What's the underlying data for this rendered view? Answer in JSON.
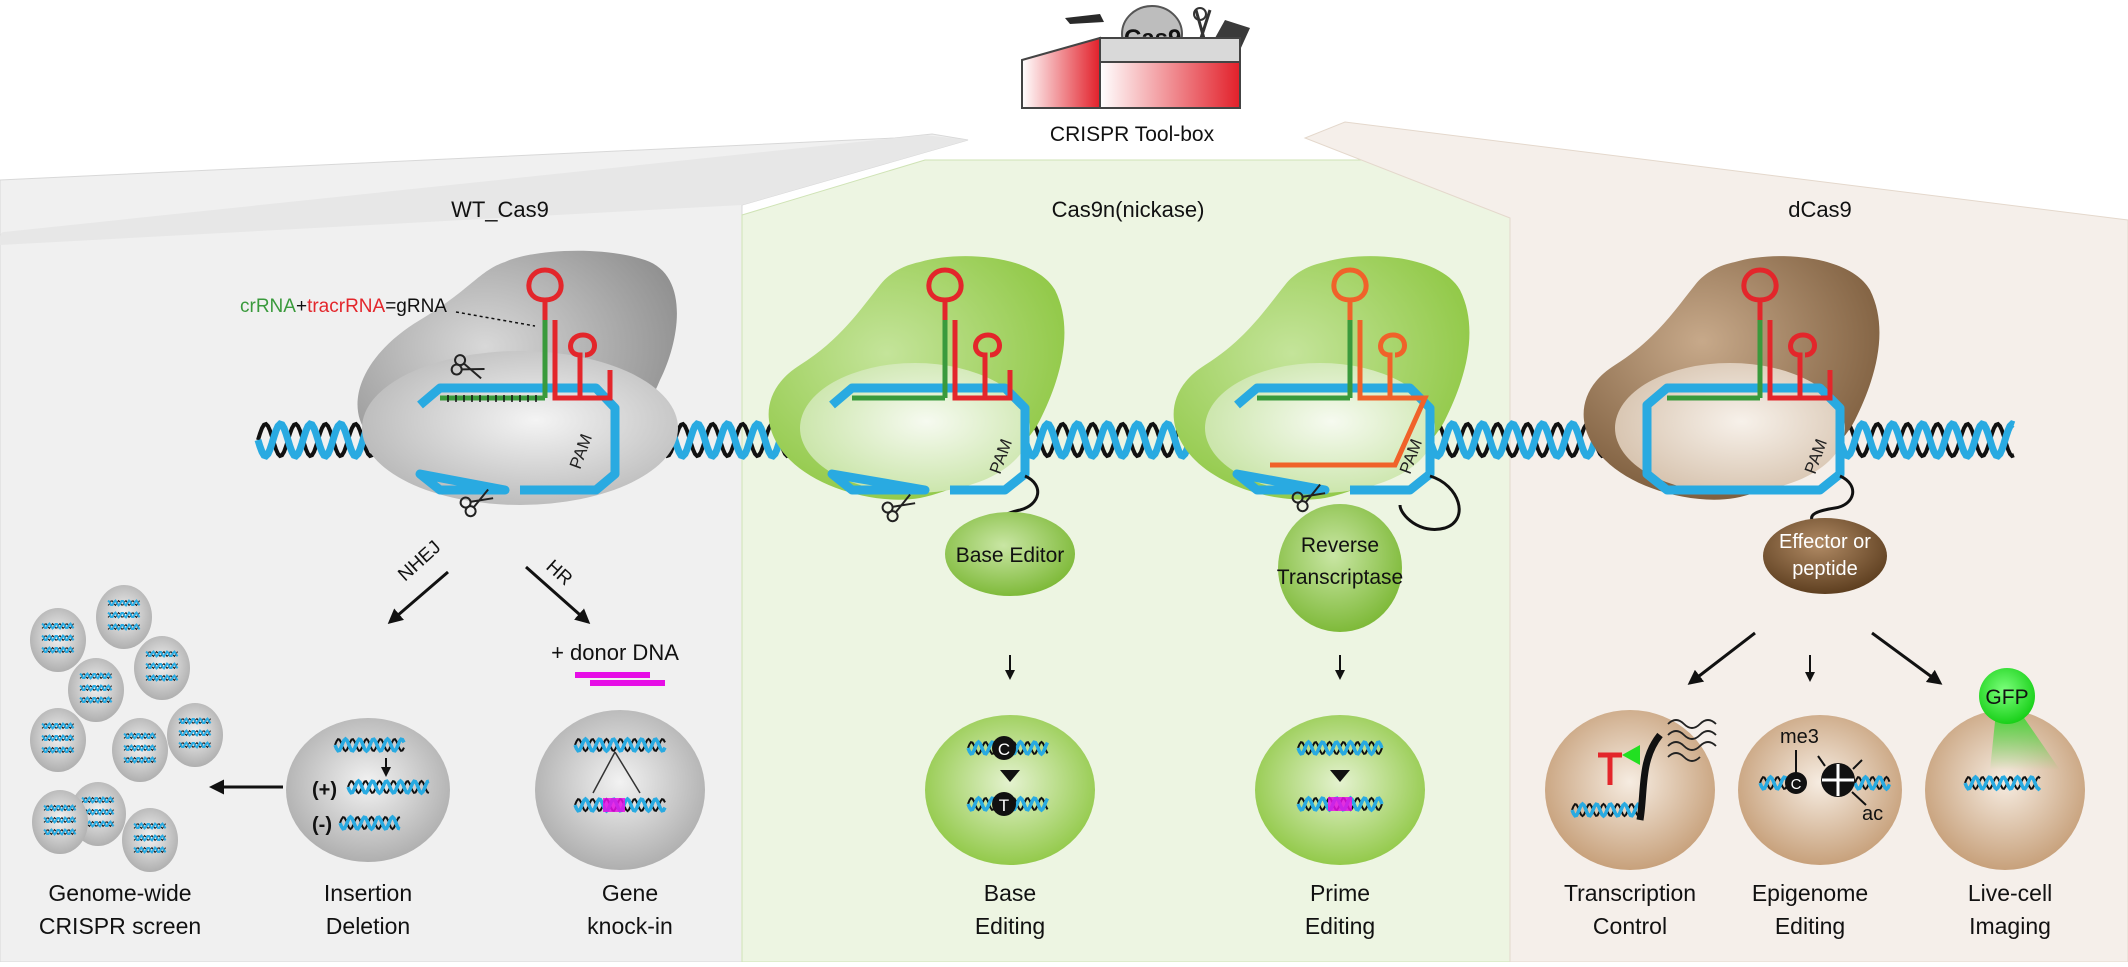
{
  "toolbox": {
    "lid_label": "Cas9",
    "caption": "CRISPR Tool-box"
  },
  "panels": {
    "wt": {
      "title": "WT_Cas9"
    },
    "nickase": {
      "title": "Cas9n(nickase)"
    },
    "dead": {
      "title": "dCas9"
    }
  },
  "grna_label": {
    "crrna": "crRNA",
    "plus": "+",
    "tracrrna": "tracrRNA",
    "suffix": "=gRNA"
  },
  "pam": "PAM",
  "arrows": {
    "nhej": "NHEJ",
    "hr": "HR"
  },
  "donor": "+ donor DNA",
  "indel_marks": {
    "plus": "(+)",
    "minus": "(-)"
  },
  "effectors": {
    "base_editor": "Base Editor",
    "rt_line1": "Reverse",
    "rt_line2": "Transcriptase",
    "eff_line1": "Effector or",
    "eff_line2": "peptide"
  },
  "base_letters": {
    "c": "C",
    "t": "T"
  },
  "epigenome_marks": {
    "me3": "me3",
    "c": "C",
    "ac": "ac"
  },
  "gfp": "GFP",
  "outcomes": {
    "screen": [
      "Genome-wide",
      "CRISPR screen"
    ],
    "indel": [
      "Insertion",
      "Deletion"
    ],
    "knockin": [
      "Gene",
      "knock-in"
    ],
    "base": [
      "Base",
      "Editing"
    ],
    "prime": [
      "Prime",
      "Editing"
    ],
    "transcription": [
      "Transcription",
      "Control"
    ],
    "epigenome": [
      "Epigenome",
      "Editing"
    ],
    "imaging": [
      "Live-cell",
      "Imaging"
    ]
  },
  "colors": {
    "dna": "#29aae1",
    "crrna": "#3a9a3c",
    "tracrrna": "#e3262b",
    "wt_protein": "#9a9a9a",
    "nickase_protein": "#8cc63f",
    "dead_protein": "#8b6b4a",
    "magenta": "#e60ee6",
    "gfp": "#22e022",
    "rt_strand": "#f0622a"
  }
}
